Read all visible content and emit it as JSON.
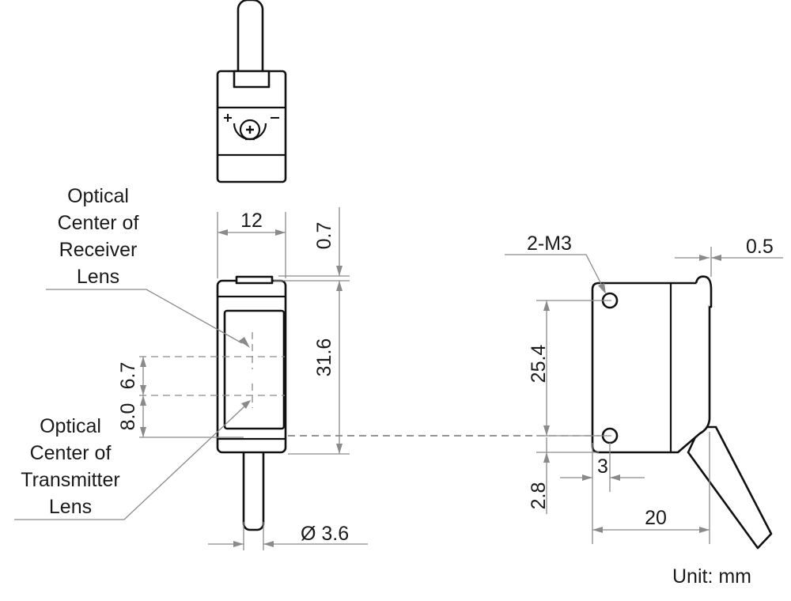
{
  "labels": {
    "receiver": [
      "Optical",
      "Center of",
      "Receiver",
      "Lens"
    ],
    "transmitter": [
      "Optical",
      "Center of",
      "Transmitter",
      "Lens"
    ],
    "mount": "2-M3",
    "unit": "Unit: mm"
  },
  "dimensions": {
    "width": "12",
    "height": "31.6",
    "top_gap": "0.7",
    "receiver_offset": "6.7",
    "transmitter_offset": "8.0",
    "cable_diameter": "Ø 3.6",
    "hole_pitch": "25.4",
    "hole_bottom": "2.8",
    "hole_edge": "3",
    "depth": "20",
    "flange": "0.5"
  }
}
